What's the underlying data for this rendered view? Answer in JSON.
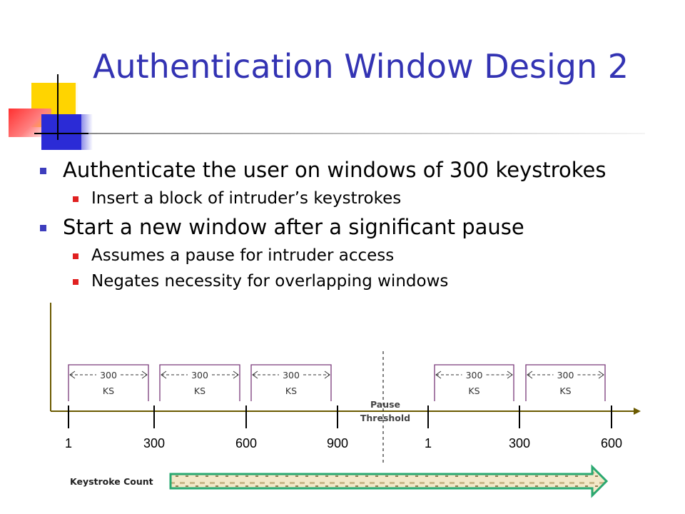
{
  "slide": {
    "title": "Authentication Window Design 2",
    "bullets": [
      {
        "text": "Authenticate the user on windows of 300 keystrokes",
        "sub": [
          "Insert a block of intruder’s keystrokes"
        ]
      },
      {
        "text": "Start a new window after a significant pause",
        "sub": [
          "Assumes a pause for intruder access",
          "Negates necessity for overlapping windows"
        ]
      }
    ]
  },
  "diagram": {
    "tick_labels": [
      "1",
      "300",
      "600",
      "900",
      "1",
      "300",
      "600"
    ],
    "window_label_line1": "300",
    "window_label_line2": "KS",
    "pause_label_line1": "Pause",
    "pause_label_line2": "Threshold",
    "keystroke_label": "Keystroke Count",
    "colors": {
      "axis": "#6b5a00",
      "window_bracket": "#7a3a7a",
      "arrow_fill": "#f3e8c8",
      "arrow_stroke": "#2aa870"
    }
  }
}
